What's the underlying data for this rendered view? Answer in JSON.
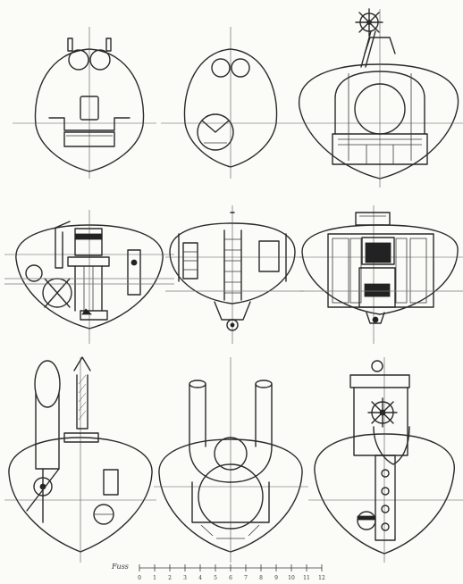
{
  "drawing": {
    "scale_label": "Fuss",
    "scale_ticks": [
      "0",
      "1",
      "2",
      "3",
      "4",
      "5",
      "6",
      "7",
      "8",
      "9",
      "10",
      "11",
      "12"
    ],
    "line_color": "#2a2a2a",
    "paper_color": "#fbfbf8"
  }
}
